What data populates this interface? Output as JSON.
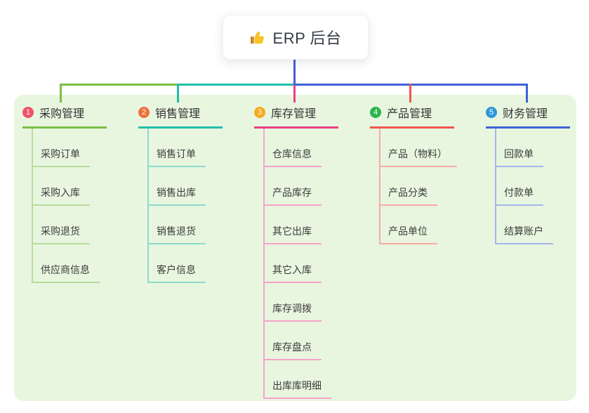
{
  "root": {
    "icon": "thumbs-up-icon",
    "title": "ERP 后台"
  },
  "colors": {
    "page_bg": "#ffffff",
    "panel_bg": "#e8f6e0",
    "root_line": "#4a5ad2",
    "bus_left": "#7cbe45",
    "bus_mid": "#20bfa9",
    "bus_right": "#3e62d8",
    "root_text": "#353c47",
    "node_text": "#3b3b3b"
  },
  "branches": [
    {
      "number": "1",
      "title": "采购管理",
      "badge_color": "#f0506a",
      "line_color": "#7cbe45",
      "child_line_color": "#b8dc9c",
      "children": [
        "采购订单",
        "采购入库",
        "采购退货",
        "供应商信息"
      ]
    },
    {
      "number": "2",
      "title": "销售管理",
      "badge_color": "#f0713d",
      "line_color": "#20bfa9",
      "child_line_color": "#8edacd",
      "children": [
        "销售订单",
        "销售出库",
        "销售退货",
        "客户信息"
      ]
    },
    {
      "number": "3",
      "title": "库存管理",
      "badge_color": "#f8a81c",
      "line_color": "#ed3f88",
      "child_line_color": "#f7a3c8",
      "children": [
        "仓库信息",
        "产品库存",
        "其它出库",
        "其它入库",
        "库存调拨",
        "库存盘点",
        "出库库明细"
      ]
    },
    {
      "number": "4",
      "title": "产品管理",
      "badge_color": "#2bb54d",
      "line_color": "#f2544f",
      "child_line_color": "#f9aba6",
      "children": [
        "产品（物料）",
        "产品分类",
        "产品单位"
      ]
    },
    {
      "number": "5",
      "title": "财务管理",
      "badge_color": "#2d98d9",
      "line_color": "#3e62d8",
      "child_line_color": "#a4b6ea",
      "children": [
        "回款单",
        "付款单",
        "结算账户"
      ]
    }
  ]
}
